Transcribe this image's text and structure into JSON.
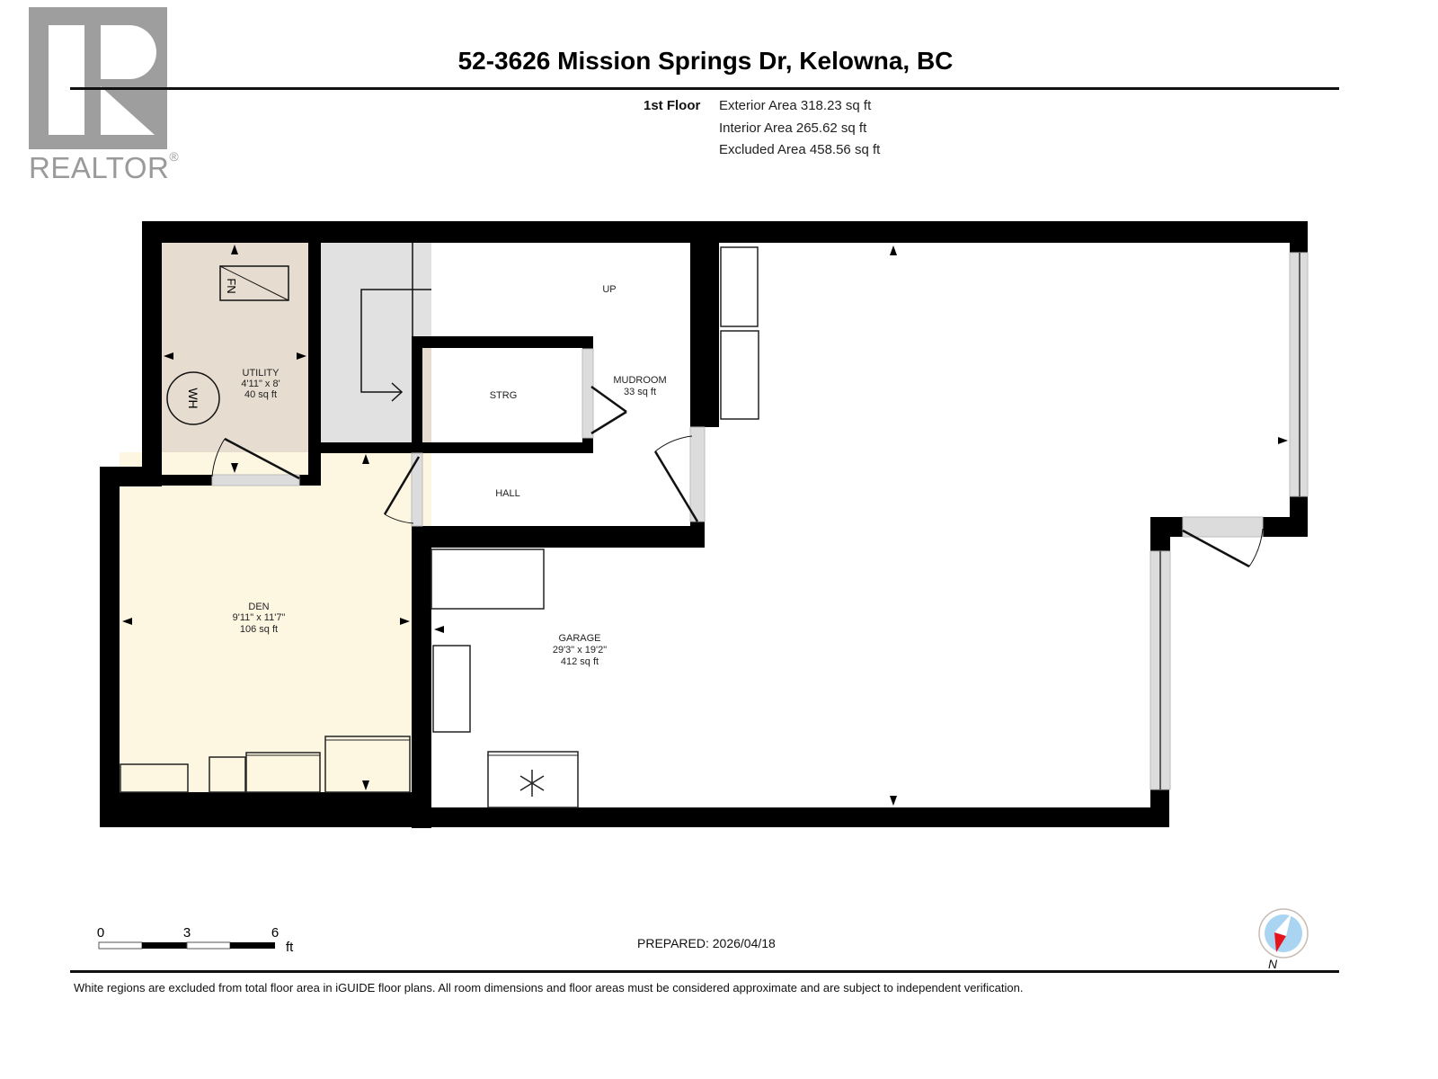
{
  "logo": {
    "text": "REALTOR",
    "mark": "®",
    "color": "#9e9e9e"
  },
  "header": {
    "title": "52-3626 Mission Springs Dr, Kelowna, BC"
  },
  "floor_summary": {
    "floor_label": "1st Floor",
    "exterior_area": "Exterior Area 318.23 sq ft",
    "interior_area": "Interior Area 265.62 sq ft",
    "excluded_area": "Excluded Area 458.56 sq ft"
  },
  "rooms": {
    "utility": {
      "name": "UTILITY",
      "dims": "4'11\" x 8'",
      "area": "40 sq ft",
      "fill": "#e6ddd0"
    },
    "strg": {
      "name": "STRG",
      "fill": "#e6ddd0"
    },
    "mudroom": {
      "name": "MUDROOM",
      "area": "33 sq ft",
      "fill": "#e1e1e1"
    },
    "hall": {
      "name": "HALL",
      "fill": "#fdf7e2"
    },
    "den": {
      "name": "DEN",
      "dims": "9'11\" x 11'7\"",
      "area": "106 sq ft",
      "fill": "#fdf7e2"
    },
    "garage": {
      "name": "GARAGE",
      "dims": "29'3\" x 19'2\"",
      "area": "412 sq ft",
      "fill": "#ffffff"
    },
    "stairs": {
      "label": "UP",
      "fill": "#e1e1e1"
    }
  },
  "fixtures": {
    "furnace": "FN",
    "water_heater": "WH"
  },
  "scale_bar": {
    "ticks": [
      "0",
      "3",
      "6"
    ],
    "unit": "ft"
  },
  "footer": {
    "prepared": "PREPARED: 2026/04/18",
    "north_label": "N",
    "disclaimer": "White regions are excluded from total floor area in iGUIDE floor plans. All room dimensions and floor areas must be considered approximate and are subject to independent verification."
  },
  "colors": {
    "wall": "#000000",
    "opening": "#dcdcdc",
    "compass_face": "#a9d4f2",
    "compass_needle": "#e8141c"
  }
}
